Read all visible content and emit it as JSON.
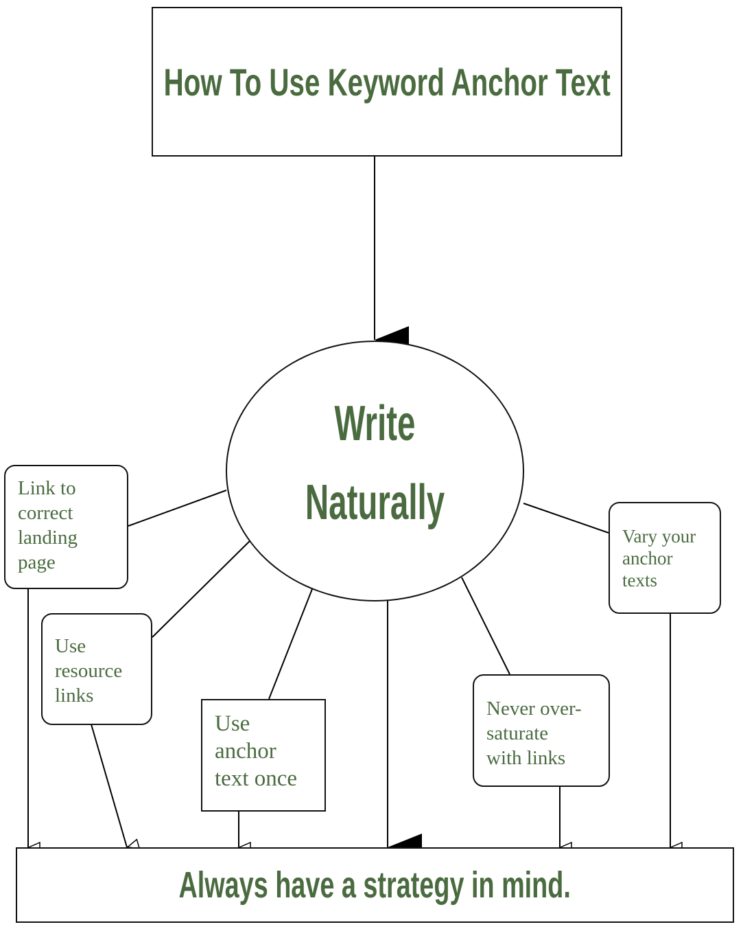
{
  "diagram": {
    "title": "How To Use Keyword Anchor Text",
    "center": {
      "line1": "Write",
      "line2": "Naturally"
    },
    "bottom": "Always have a strategy in mind.",
    "tips": {
      "landing": [
        "Link to",
        "correct",
        "landing",
        "page"
      ],
      "resource": [
        "Use",
        "resource",
        "links"
      ],
      "once": [
        "Use",
        "anchor",
        "text once"
      ],
      "oversaturate": [
        "Never over-",
        "saturate",
        "with links"
      ],
      "vary": [
        "Vary your",
        "anchor",
        "texts"
      ]
    },
    "colors": {
      "text": "#4a6b3f",
      "stroke": "#111111"
    }
  }
}
